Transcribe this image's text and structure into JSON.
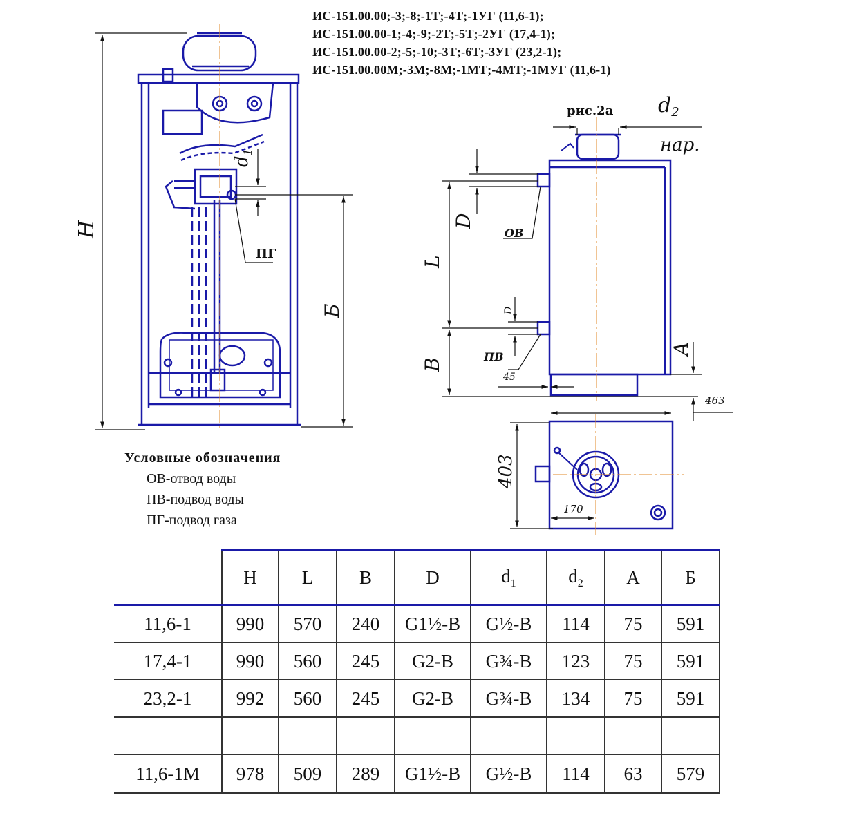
{
  "header_lines": [
    "ИС-151.00.00;-3;-8;-1Т;-4Т;-1УГ (11,6-1);",
    "ИС-151.00.00-1;-4;-9;-2Т;-5Т;-2УГ (17,4-1);",
    "ИС-151.00.00-2;-5;-10;-3Т;-6Т;-3УГ (23,2-1);",
    "ИС-151.00.00М;-3М;-8М;-1МТ;-4МТ;-1МУГ (11,6-1)"
  ],
  "labels": {
    "H": "H",
    "B_cyr": "Б",
    "d1": "d",
    "d1_sub": "1",
    "PG": "ПГ",
    "fig": "рис.2а",
    "d2": "d",
    "d2_sub": "2",
    "nar": "нар.",
    "OV": "ОВ",
    "PV": "ПВ",
    "D": "D",
    "D_small": "D",
    "L": "L",
    "B": "B",
    "A": "A",
    "deg45": "45",
    "dim463": "463",
    "dim403": "403",
    "dim170": "170"
  },
  "legend": {
    "title": "Условные обозначения",
    "items": [
      "ОВ-отвод воды",
      "ПВ-подвод воды",
      "ПГ-подвод газа"
    ]
  },
  "table": {
    "headers": [
      "H",
      "L",
      "B",
      "D",
      "d1",
      "d2",
      "A",
      "Б"
    ],
    "rows": [
      {
        "model": "11,6-1",
        "values": [
          "990",
          "570",
          "240",
          "G1½-B",
          "G½-B",
          "114",
          "75",
          "591"
        ]
      },
      {
        "model": "17,4-1",
        "values": [
          "990",
          "560",
          "245",
          "G2-B",
          "G¾-B",
          "123",
          "75",
          "591"
        ]
      },
      {
        "model": "23,2-1",
        "values": [
          "992",
          "560",
          "245",
          "G2-B",
          "G¾-B",
          "134",
          "75",
          "591"
        ]
      },
      {
        "model": "",
        "values": [
          "",
          "",
          "",
          "",
          "",
          "",
          "",
          ""
        ]
      },
      {
        "model": "11,6-1М",
        "values": [
          "978",
          "509",
          "289",
          "G1½-B",
          "G½-B",
          "114",
          "63",
          "579"
        ]
      }
    ]
  },
  "colors": {
    "drawing": "#1a1aa8",
    "dimension": "#111111",
    "axis": "#e08a2a"
  }
}
